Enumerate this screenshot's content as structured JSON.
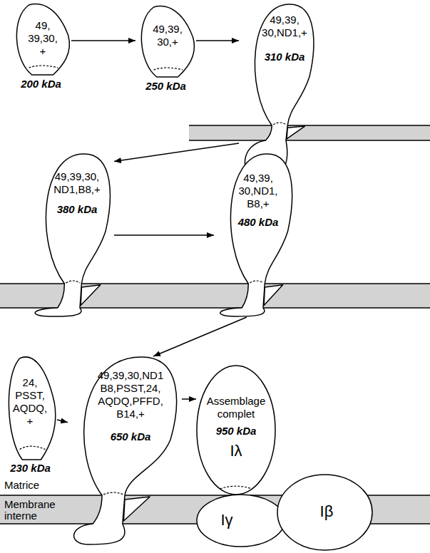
{
  "diagram": {
    "nodes": [
      {
        "text": [
          "49, 39,30, +",
          "200 kDa"
        ]
      },
      {
        "text": [
          "49,39, 30,+",
          "250 kDa"
        ]
      },
      {
        "text": [
          "49,39, 30,ND1,+",
          "310 kDa"
        ]
      },
      {
        "text": [
          "49,39,30, ND1,B8,+",
          "380 kDa"
        ]
      },
      {
        "text": [
          "49,39, 30,ND1, B8,+",
          "480 kDa"
        ]
      },
      {
        "text": [
          "24, PSST, AQDQ, +",
          "230 kDa"
        ]
      },
      {
        "text": [
          "49,39,30,ND1 B8,PSST,24, AQDQ,PFFD, B14,+",
          "650 kDa"
        ]
      },
      {
        "text": [
          "Assemblage complet",
          "950 kDa",
          "Iλ"
        ]
      },
      {
        "text": [
          "Iγ"
        ]
      },
      {
        "text": [
          "Iβ"
        ]
      }
    ],
    "edges": [
      {
        "from": 0,
        "to": 1,
        "arrow": "to"
      },
      {
        "from": 1,
        "to": 2,
        "arrow": "to"
      },
      {
        "from": 2,
        "to": 3,
        "arrow": "to"
      },
      {
        "from": 3,
        "to": 4,
        "arrow": "to"
      },
      {
        "from": 4,
        "to": 6,
        "arrow": "to"
      },
      {
        "from": 5,
        "to": 6,
        "arrow": "to"
      },
      {
        "from": 6,
        "to": 7,
        "arrow": "to"
      }
    ],
    "labels": [
      "Matrice",
      "Membrane interne"
    ]
  }
}
